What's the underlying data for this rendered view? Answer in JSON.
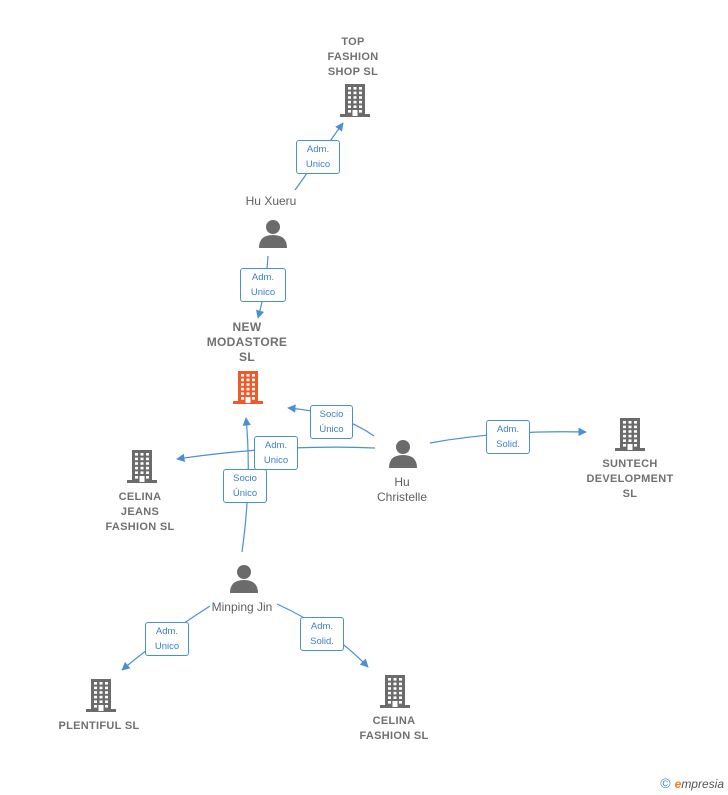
{
  "nodes": {
    "top_fashion": {
      "label": "TOP\nFASHION\nSHOP  SL",
      "kind": "company"
    },
    "new_modastore": {
      "label": "NEW\nMODASTORE\nSL",
      "kind": "company-main",
      "color": "#f05a28"
    },
    "celina_jeans": {
      "label": "CELINA\nJEANS\nFASHION  SL",
      "kind": "company"
    },
    "suntech": {
      "label": "SUNTECH\nDEVELOPMENT\nSL",
      "kind": "company"
    },
    "plentiful": {
      "label": "PLENTIFUL SL",
      "kind": "company"
    },
    "celina_fashion": {
      "label": "CELINA\nFASHION SL",
      "kind": "company"
    },
    "hu_xueru": {
      "label": "Hu Xueru",
      "kind": "person"
    },
    "hu_christelle": {
      "label": "Hu\nChristelle",
      "kind": "person"
    },
    "minping_jin": {
      "label": "Minping Jin",
      "kind": "person"
    }
  },
  "edges": [
    {
      "from": "hu_xueru",
      "to": "top_fashion",
      "label": "Adm.\nUnico"
    },
    {
      "from": "hu_xueru",
      "to": "new_modastore",
      "label": "Adm.\nUnico"
    },
    {
      "from": "hu_christelle",
      "to": "new_modastore",
      "label": "Socio\nÚnico"
    },
    {
      "from": "hu_christelle",
      "to": "celina_jeans",
      "label": "Adm.\nUnico"
    },
    {
      "from": "hu_christelle",
      "to": "suntech",
      "label": "Adm.\nSolid."
    },
    {
      "from": "minping_jin",
      "to": "new_modastore",
      "label": "Socio\nÚnico"
    },
    {
      "from": "minping_jin",
      "to": "plentiful",
      "label": "Adm.\nUnico"
    },
    {
      "from": "minping_jin",
      "to": "celina_fashion",
      "label": "Adm.\nSolid."
    }
  ],
  "colors": {
    "edge": "#4a8fd6",
    "icon": "#6b6b6b",
    "main": "#f05a28"
  },
  "footer": {
    "copyright": "©",
    "brand_first": "e",
    "brand_rest": "mpresia"
  }
}
